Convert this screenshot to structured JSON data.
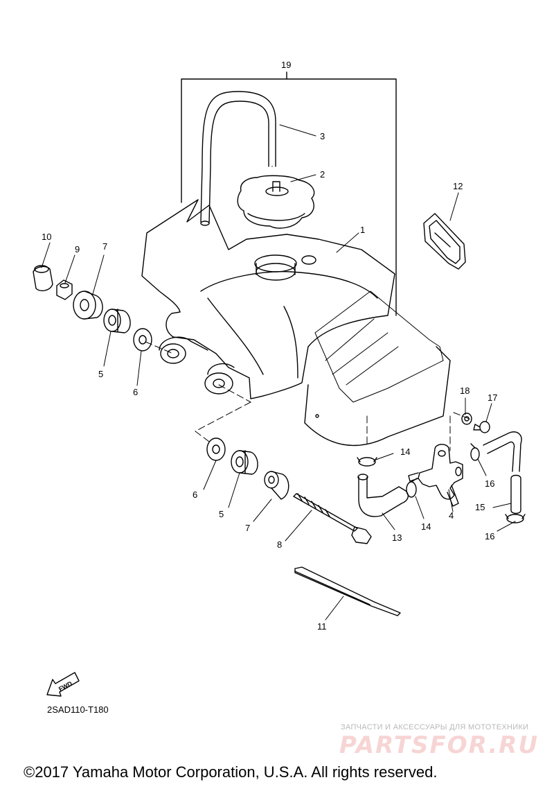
{
  "callouts": [
    {
      "id": "c19",
      "text": "19"
    },
    {
      "id": "c3",
      "text": "3"
    },
    {
      "id": "c2",
      "text": "2"
    },
    {
      "id": "c12",
      "text": "12"
    },
    {
      "id": "c1",
      "text": "1"
    },
    {
      "id": "c10",
      "text": "10"
    },
    {
      "id": "c9",
      "text": "9"
    },
    {
      "id": "c7a",
      "text": "7"
    },
    {
      "id": "c5a",
      "text": "5"
    },
    {
      "id": "c6a",
      "text": "6"
    },
    {
      "id": "c18",
      "text": "18"
    },
    {
      "id": "c17",
      "text": "17"
    },
    {
      "id": "c14a",
      "text": "14"
    },
    {
      "id": "c16a",
      "text": "16"
    },
    {
      "id": "c4",
      "text": "4"
    },
    {
      "id": "c14b",
      "text": "14"
    },
    {
      "id": "c15",
      "text": "15"
    },
    {
      "id": "c16b",
      "text": "16"
    },
    {
      "id": "c13",
      "text": "13"
    },
    {
      "id": "c6b",
      "text": "6"
    },
    {
      "id": "c5b",
      "text": "5"
    },
    {
      "id": "c7b",
      "text": "7"
    },
    {
      "id": "c8",
      "text": "8"
    },
    {
      "id": "c11",
      "text": "11"
    }
  ],
  "fwd_label": "FWD",
  "diagram_code": "2SAD110-T180",
  "watermark_tagline": "ЗАПЧАСТИ И АКСЕССУАРЫ ДЛЯ МОТОТЕХНИКИ",
  "watermark_logo": "PARTSFOR.RU",
  "copyright": "©2017 Yamaha Motor Corporation, U.S.A. All rights reserved."
}
